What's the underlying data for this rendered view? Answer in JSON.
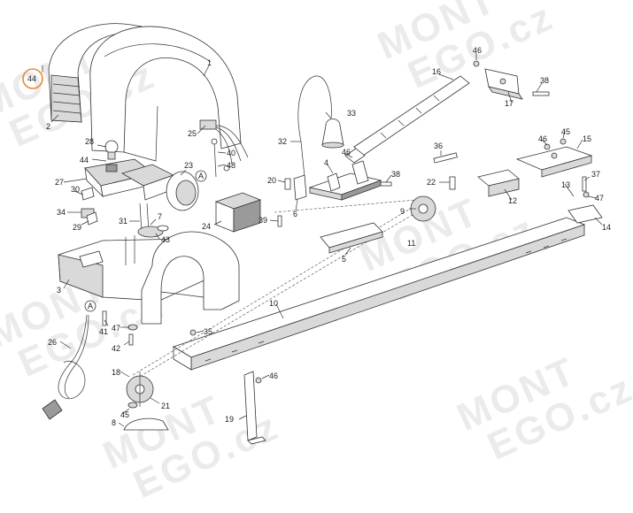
{
  "watermark": {
    "line1": "MONT",
    "line2": "EGO.cz"
  },
  "highlight_label": "44",
  "labels": [
    {
      "id": "l44",
      "text": "44"
    },
    {
      "id": "l2",
      "text": "2"
    },
    {
      "id": "l1",
      "text": "1"
    },
    {
      "id": "l28",
      "text": "28"
    },
    {
      "id": "l44b",
      "text": "44"
    },
    {
      "id": "l27",
      "text": "27"
    },
    {
      "id": "l30",
      "text": "30"
    },
    {
      "id": "l34",
      "text": "34"
    },
    {
      "id": "l29",
      "text": "29"
    },
    {
      "id": "l25",
      "text": "25"
    },
    {
      "id": "l40",
      "text": "40"
    },
    {
      "id": "l48",
      "text": "48"
    },
    {
      "id": "l23",
      "text": "23"
    },
    {
      "id": "lA1",
      "text": "A"
    },
    {
      "id": "l31",
      "text": "31"
    },
    {
      "id": "l7",
      "text": "7"
    },
    {
      "id": "l43",
      "text": "43"
    },
    {
      "id": "l24",
      "text": "24"
    },
    {
      "id": "l39",
      "text": "39"
    },
    {
      "id": "l32",
      "text": "32"
    },
    {
      "id": "l33",
      "text": "33"
    },
    {
      "id": "l20",
      "text": "20"
    },
    {
      "id": "l6",
      "text": "6"
    },
    {
      "id": "l4",
      "text": "4"
    },
    {
      "id": "l46a",
      "text": "46"
    },
    {
      "id": "l38a",
      "text": "38"
    },
    {
      "id": "l16",
      "text": "16"
    },
    {
      "id": "l46b",
      "text": "46"
    },
    {
      "id": "l38b",
      "text": "38"
    },
    {
      "id": "l17",
      "text": "17"
    },
    {
      "id": "l36",
      "text": "36"
    },
    {
      "id": "l22",
      "text": "22"
    },
    {
      "id": "l9",
      "text": "9"
    },
    {
      "id": "l12",
      "text": "12"
    },
    {
      "id": "l46c",
      "text": "46"
    },
    {
      "id": "l45a",
      "text": "45"
    },
    {
      "id": "l15",
      "text": "15"
    },
    {
      "id": "l13",
      "text": "13"
    },
    {
      "id": "l37",
      "text": "37"
    },
    {
      "id": "l47a",
      "text": "47"
    },
    {
      "id": "l14",
      "text": "14"
    },
    {
      "id": "l5",
      "text": "5"
    },
    {
      "id": "l3",
      "text": "3"
    },
    {
      "id": "lA2",
      "text": "A"
    },
    {
      "id": "l41",
      "text": "41"
    },
    {
      "id": "l47b",
      "text": "47"
    },
    {
      "id": "l42",
      "text": "42"
    },
    {
      "id": "l26",
      "text": "26"
    },
    {
      "id": "l35",
      "text": "35"
    },
    {
      "id": "l10",
      "text": "10"
    },
    {
      "id": "l18",
      "text": "18"
    },
    {
      "id": "l21",
      "text": "21"
    },
    {
      "id": "l45b",
      "text": "45"
    },
    {
      "id": "l8",
      "text": "8"
    },
    {
      "id": "l46d",
      "text": "46"
    },
    {
      "id": "l19",
      "text": "19"
    },
    {
      "id": "l11",
      "text": "11"
    }
  ]
}
